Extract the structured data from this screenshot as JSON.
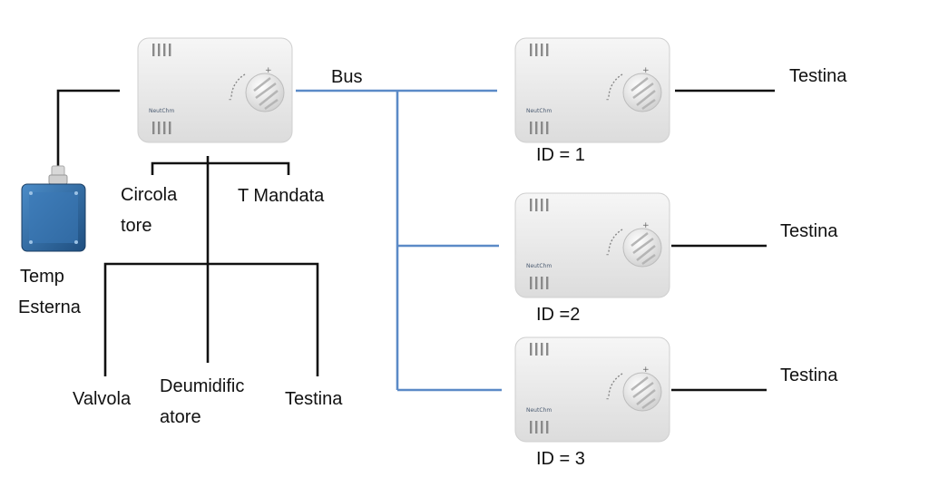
{
  "labels": {
    "bus": "Bus",
    "temp_esterna_1": "Temp",
    "temp_esterna_2": "Esterna",
    "circolatore_1": "Circola",
    "circolatore_2": "tore",
    "t_mandata": "T Mandata",
    "valvola": "Valvola",
    "deumidificatore_1": "Deumidific",
    "deumidificatore_2": "atore",
    "testina_main": "Testina",
    "id1": "ID = 1",
    "id2": "ID =2",
    "id3": "ID = 3",
    "testina_1": "Testina",
    "testina_2": "Testina",
    "testina_3": "Testina"
  },
  "device": {
    "brand": "NeutChm"
  },
  "colors": {
    "bus": "#5b8ac7",
    "wire": "#111111",
    "device_body": "#e9e9e9",
    "sensor_blue": "#2f6da8"
  }
}
